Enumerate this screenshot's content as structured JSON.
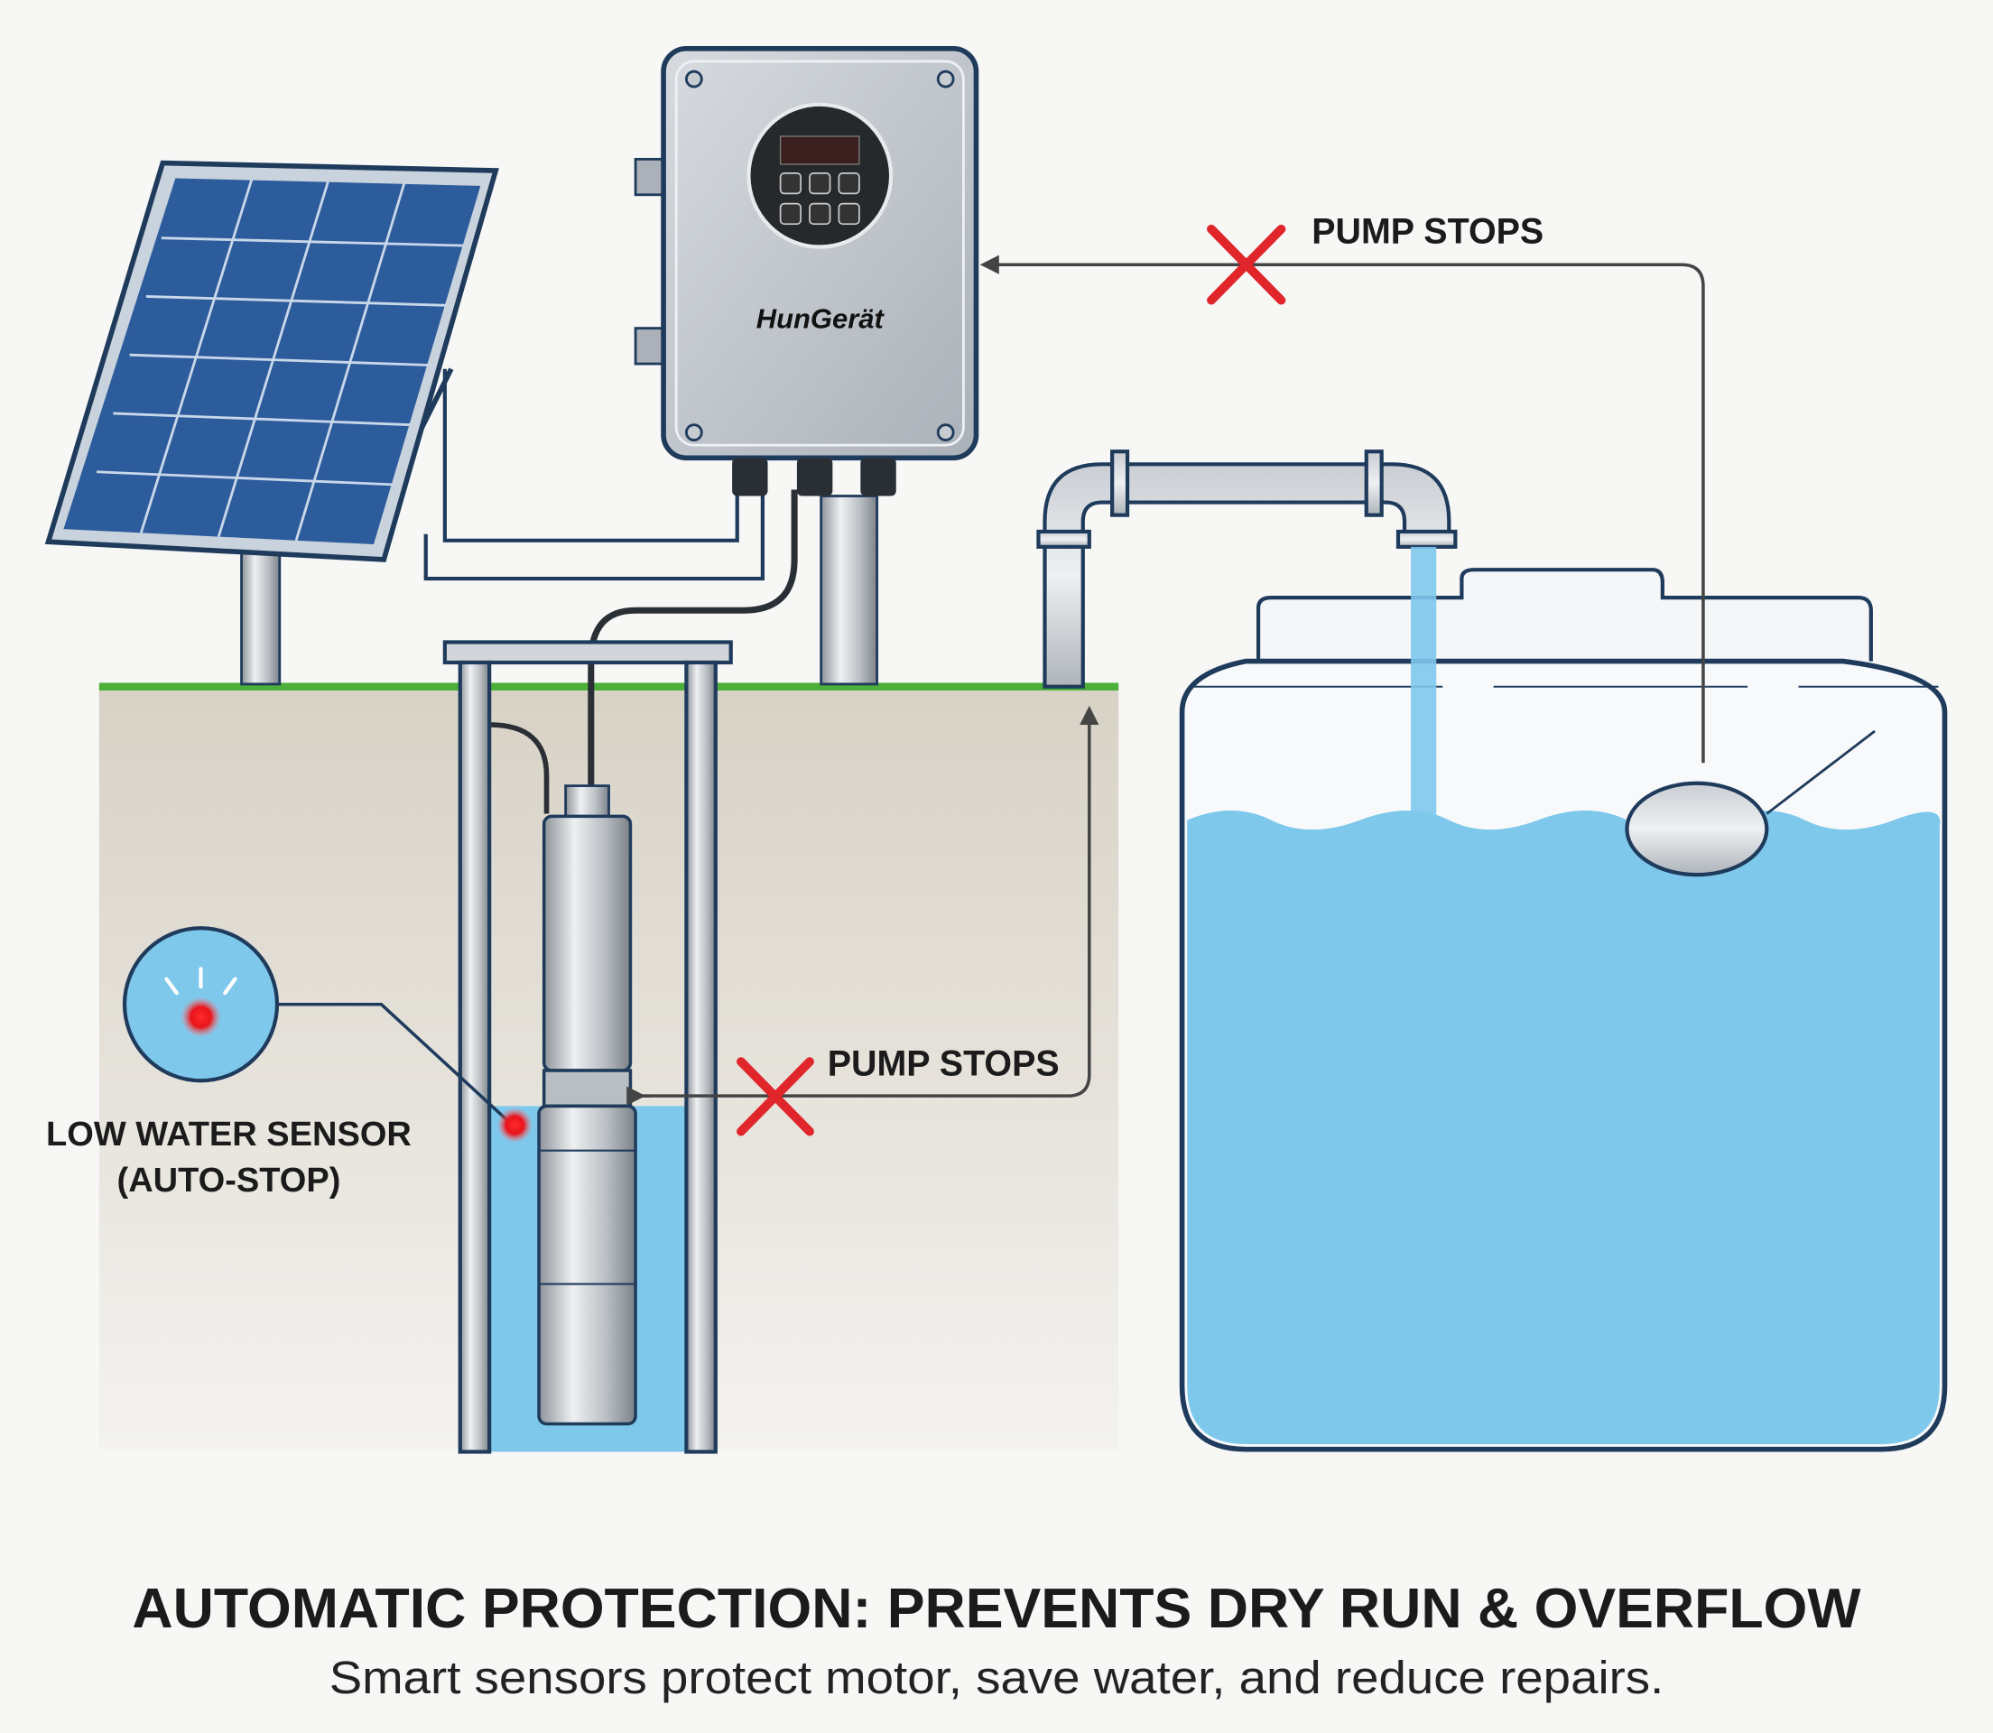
{
  "controller": {
    "brand": "HunGerät"
  },
  "labels": {
    "pump_stops_top": "PUMP STOPS",
    "pump_stops_well": "PUMP STOPS",
    "sensor_line1": "LOW WATER SENSOR",
    "sensor_line2": "(AUTO-STOP)"
  },
  "footer": {
    "title": "AUTOMATIC PROTECTION: PREVENTS DRY RUN & OVERFLOW",
    "subtitle": "Smart sensors protect motor, save water, and reduce repairs."
  },
  "colors": {
    "water": "#7ec8ec",
    "outline": "#1f3b5c",
    "stop_x": "#e0262b",
    "ground": "#4caf3a",
    "sensor_led": "#e8141a"
  }
}
